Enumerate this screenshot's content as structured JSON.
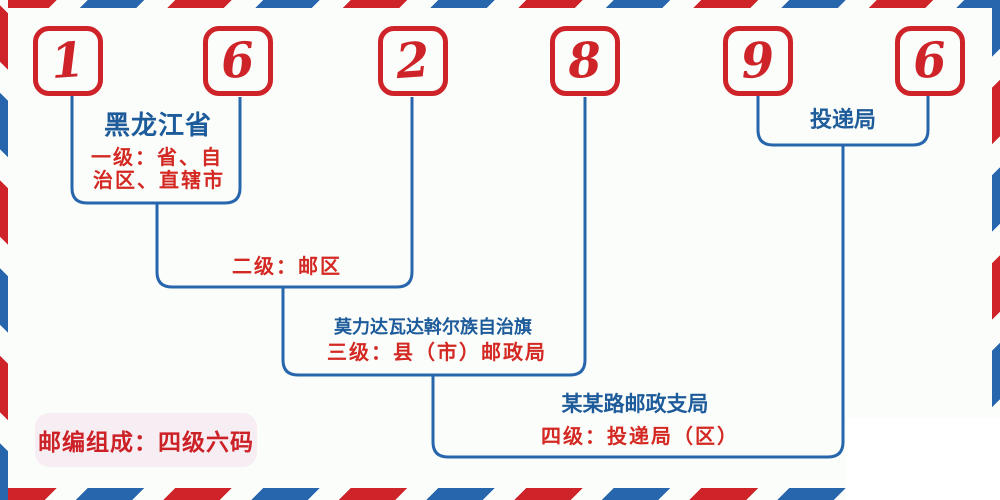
{
  "postal_code": {
    "digits": [
      "1",
      "6",
      "2",
      "8",
      "9",
      "6"
    ]
  },
  "labels": {
    "province": "黑龙江省",
    "level1": {
      "lines": [
        "一级：省、自",
        "治区、直辖市"
      ],
      "full": "一级：省、自治区、直辖市"
    },
    "level2": "二级：邮区",
    "level3": {
      "place": "莫力达瓦达斡尔族自治旗",
      "desc": "三级：县（市）邮政局"
    },
    "level4": {
      "place": "某某路邮政支局",
      "desc": "四级：投递局（区）"
    },
    "delivery_bureau": "投递局",
    "badge": "邮编组成：四级六码"
  },
  "colors": {
    "digit_red": "#cd2329",
    "stripe_red": "#cd2329",
    "stripe_blue": "#2766ac",
    "line_blue": "#2766ac",
    "blue_text": "#1d5b9b",
    "red_text": "#d42823",
    "badge_background": "#f6eef2",
    "background": "#fbfdfa"
  }
}
